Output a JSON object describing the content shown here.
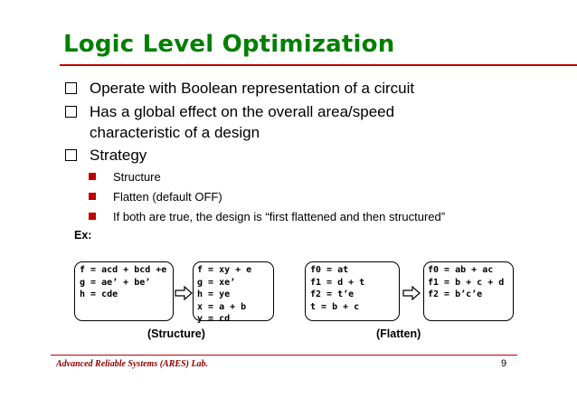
{
  "slide": {
    "title": "Logic Level Optimization",
    "bullets": [
      {
        "text": "Operate with Boolean representation of a circuit"
      },
      {
        "text": "Has a global effect on the overall area/speed"
      },
      {
        "text": "characteristic of a design"
      },
      {
        "text": "Strategy"
      }
    ],
    "sub_bullets": [
      {
        "text": "Structure"
      },
      {
        "text": "Flatten (default OFF)"
      },
      {
        "text": "If both are true, the design is “first flattened and then structured”"
      }
    ],
    "example_label": "Ex:",
    "structure": {
      "before": [
        "f = acd + bcd +e",
        "g = ae’ + be’",
        "h = cde"
      ],
      "after": [
        "f = xy + e",
        "g = xe’",
        "h = ye",
        "x = a + b",
        "y = cd"
      ],
      "caption": "(Structure)"
    },
    "flatten": {
      "before": [
        "f0 = at",
        "f1 = d + t",
        "f2 = t’e",
        "t = b + c"
      ],
      "after": [
        "f0 = ab + ac",
        "f1 = b + c + d",
        "f2 = b’c’e"
      ],
      "caption": "(Flatten)"
    },
    "footer": "Advanced Reliable Systems (ARES) Lab.",
    "page_number": "9",
    "colors": {
      "title": "#008000",
      "rule": "#c00000",
      "sub_bullet": "#c00000",
      "footer": "#8b0000"
    }
  }
}
